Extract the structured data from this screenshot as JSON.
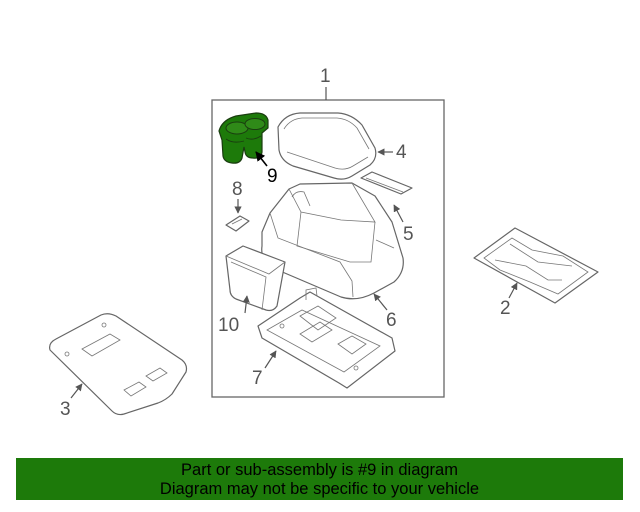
{
  "callouts": {
    "c1": "1",
    "c2": "2",
    "c3": "3",
    "c4": "4",
    "c5": "5",
    "c6": "6",
    "c7": "7",
    "c8": "8",
    "c9": "9",
    "c10": "10"
  },
  "highlighted_part": "9",
  "colors": {
    "highlight": "#1d7a0a",
    "banner": "#1d7a0a",
    "line": "#666666"
  },
  "banner": {
    "line1": "Part or sub-assembly is #9 in diagram",
    "line2": "Diagram may not be specific to your vehicle"
  }
}
